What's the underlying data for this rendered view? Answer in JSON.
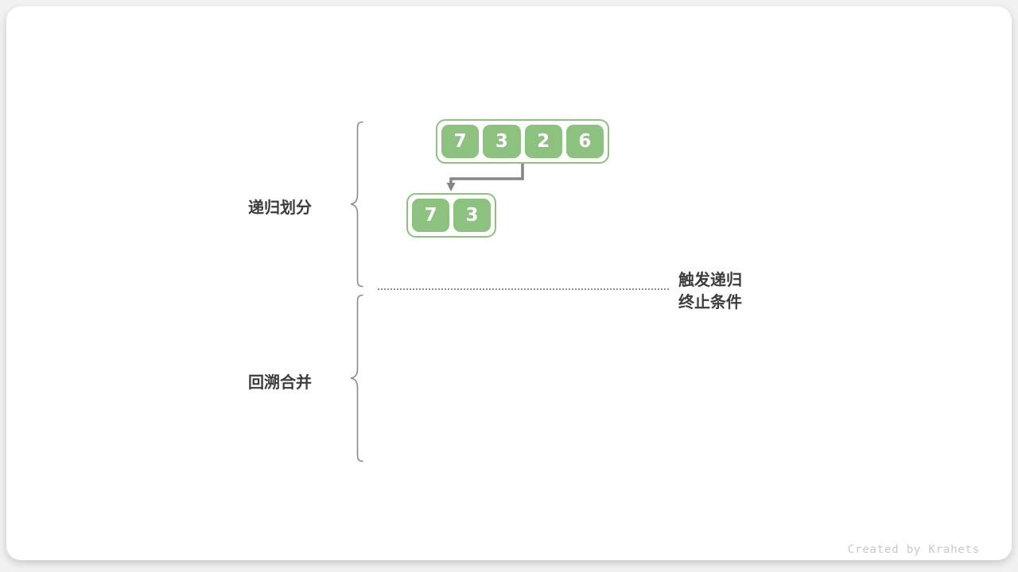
{
  "diagram": {
    "title_semantic": "merge-sort recursive divide diagram",
    "phase_labels": [
      {
        "label": "递归划分"
      },
      {
        "label": "回溯合并"
      }
    ],
    "annotation": {
      "line1": "触发递归",
      "line2": "终止条件"
    },
    "arrays": {
      "top": {
        "cells": [
          "7",
          "3",
          "2",
          "6"
        ]
      },
      "sub": {
        "cells": [
          "7",
          "3"
        ]
      }
    },
    "footer_credit": "Created by Krahets",
    "colors": {
      "cell_green": "#8CC17F",
      "arrow_gray": "#868686",
      "brace_gray": "#8A8A8A",
      "label_dark": "#3C3C3C",
      "credit_gray": "#C9C9C9",
      "card_white": "#FFFFFF",
      "page_background": "#F1F1F1"
    }
  }
}
